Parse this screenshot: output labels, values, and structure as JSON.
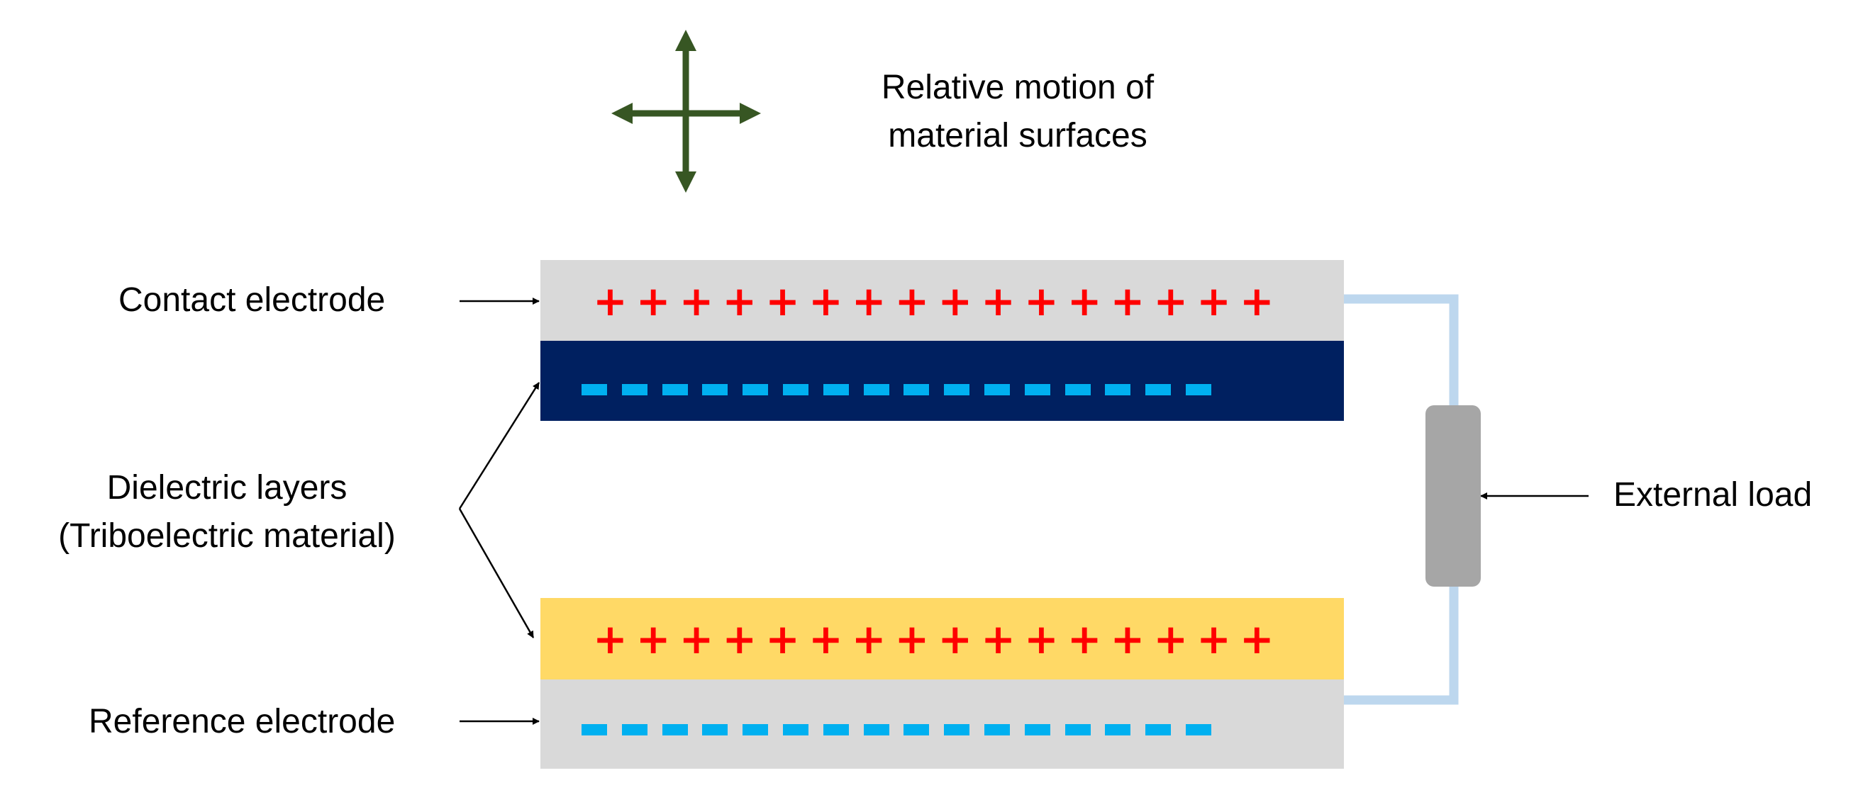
{
  "labels": {
    "motion_line1": "Relative motion of",
    "motion_line2": "material surfaces",
    "contact_electrode": "Contact electrode",
    "dielectric_line1": "Dielectric layers",
    "dielectric_line2": "(Triboelectric material)",
    "reference_electrode": "Reference electrode",
    "external_load": "External load"
  },
  "charges": {
    "plus_symbol": "+",
    "plus_count": 16,
    "minus_count": 16
  },
  "colors": {
    "electrode": "#d9d9d9",
    "top_dielectric": "#002060",
    "bottom_dielectric": "#ffd966",
    "positive_charge": "#ff0000",
    "negative_charge": "#00b0f0",
    "wire": "#bdd7ee",
    "load": "#a6a6a6",
    "motion_arrow": "#375623"
  }
}
